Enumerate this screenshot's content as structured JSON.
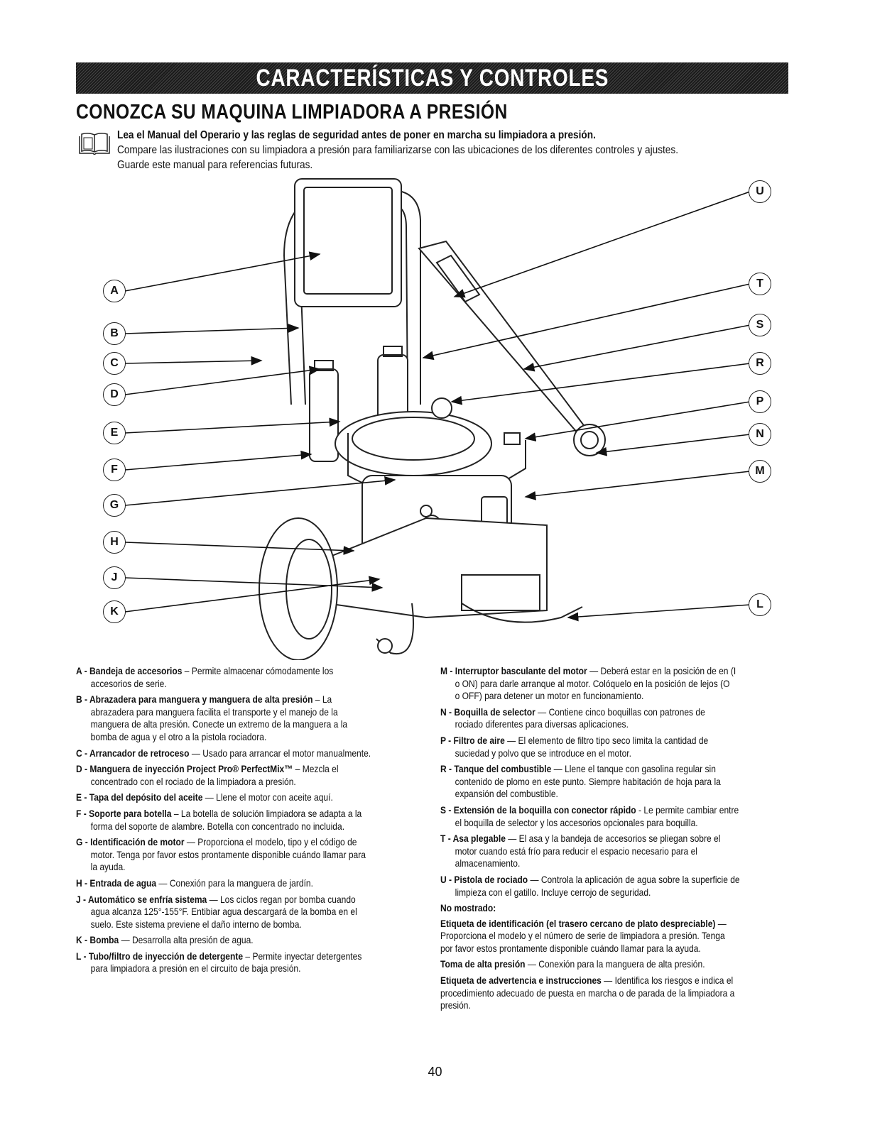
{
  "header": {
    "banner_title": "CARACTERÍSTICAS Y CONTROLES",
    "subtitle": "CONOZCA SU MAQUINA LIMPIADORA A PRESIÓN"
  },
  "intro": {
    "bold_line": "Lea el Manual del Operario y las reglas de seguridad antes de poner en marcha su limpiadora a presión.",
    "line2": "Compare las ilustraciones con su limpiadora a presión para familiarizarse con las ubicaciones de los diferentes controles y ajustes.",
    "line3": "Guarde este manual para referencias futuras."
  },
  "callouts": {
    "left": [
      "A",
      "B",
      "C",
      "D",
      "E",
      "F",
      "G",
      "H",
      "J",
      "K"
    ],
    "right": [
      "U",
      "T",
      "S",
      "R",
      "P",
      "N",
      "M",
      "L"
    ]
  },
  "descriptions": {
    "A": {
      "letter": "A",
      "term": "Bandeja de accesorios",
      "sep": " – ",
      "lines": [
        "Permite almacenar cómodamente los",
        "accesorios de serie."
      ]
    },
    "B": {
      "letter": "B",
      "term": "Abrazadera para manguera y manguera de alta presión",
      "sep": " – ",
      "lines": [
        "La",
        "abrazadera para manguera facilita el transporte y el manejo de la",
        "manguera de alta presión. Conecte un extremo de la manguera a la",
        "bomba de agua y el otro a la pistola rociadora."
      ]
    },
    "C": {
      "letter": "C",
      "term": "Arrancador de retroceso",
      "sep": " — ",
      "lines": [
        "Usado para arrancar el motor manualmente."
      ]
    },
    "D": {
      "letter": "D",
      "term": "Manguera de inyección Project Pro® PerfectMix™",
      "sep": " – ",
      "lines": [
        "Mezcla el",
        "concentrado con el rociado de la limpiadora a presión."
      ]
    },
    "E": {
      "letter": "E",
      "term": "Tapa del depósito del aceite",
      "sep": " — ",
      "lines": [
        "Llene el motor con aceite aquí."
      ]
    },
    "F": {
      "letter": "F",
      "term": "Soporte para botella",
      "sep": " – ",
      "lines": [
        "La botella de solución limpiadora se adapta a la",
        "forma del soporte de alambre. Botella con concentrado no incluida."
      ]
    },
    "G": {
      "letter": "G",
      "term": "Identificación de motor",
      "sep": " — ",
      "lines": [
        "Proporciona el modelo, tipo y el código de",
        "motor. Tenga por favor estos prontamente disponible cuándo llamar para",
        "la ayuda."
      ]
    },
    "H": {
      "letter": "H",
      "term": "Entrada de agua",
      "sep": " — ",
      "lines": [
        "Conexión para la manguera de jardín."
      ]
    },
    "J": {
      "letter": "J",
      "term": "Automático se enfría sistema",
      "sep": " — ",
      "lines": [
        "Los ciclos regan por bomba cuando",
        "agua alcanza 125°-155°F. Entibiar agua descargará de la bomba en el",
        "suelo. Este sistema previene el daño interno de bomba."
      ]
    },
    "K": {
      "letter": "K",
      "term": "Bomba",
      "sep": " — ",
      "lines": [
        "Desarrolla alta presión de agua."
      ]
    },
    "L": {
      "letter": "L",
      "term": "Tubo/filtro de inyección de detergente",
      "sep": " – ",
      "lines": [
        "Permite inyectar detergentes",
        "para limpiadora a presión en el circuito de baja presión."
      ]
    },
    "M": {
      "letter": "M",
      "term": "Interruptor basculante del motor",
      "sep": " — ",
      "lines": [
        "Deberá estar en la posición de en (I",
        "o ON) para darle arranque al motor. Colóquelo en la posición de lejos (O",
        "o OFF) para detener un motor en funcionamiento."
      ]
    },
    "N": {
      "letter": "N",
      "term": "Boquilla de selector",
      "sep": "  — ",
      "lines": [
        "Contiene cinco boquillas con patrones de",
        "rociado diferentes para diversas aplicaciones."
      ]
    },
    "P": {
      "letter": "P",
      "term": "Filtro de aire",
      "sep": " — ",
      "lines": [
        "El elemento de filtro tipo seco limita la cantidad de",
        "suciedad y polvo que se introduce en el motor."
      ]
    },
    "R": {
      "letter": "R",
      "term": "Tanque del combustible",
      "sep": " — ",
      "lines": [
        "Llene el tanque con gasolina regular sin",
        "contenido de plomo en este punto. Siempre habitación de hoja para la",
        "expansión del combustible."
      ]
    },
    "S": {
      "letter": "S",
      "term": "Extensión de la boquilla con conector rápido",
      "sep": " - ",
      "lines": [
        "Le permite cambiar entre",
        "el boquilla de selector y los accesorios opcionales para boquilla."
      ]
    },
    "T": {
      "letter": "T",
      "term": "Asa plegable",
      "sep": " — ",
      "lines": [
        "El asa y la bandeja de accesorios se pliegan sobre el",
        "motor cuando está frío para reducir el espacio necesario para el",
        "almacenamiento."
      ]
    },
    "U": {
      "letter": "U",
      "term": "Pistola de rociado",
      "sep": " — ",
      "lines": [
        "Controla la aplicación de agua sobre la superficie de",
        "limpieza con el gatillo. Incluye cerrojo de seguridad."
      ]
    }
  },
  "not_shown": {
    "heading": "No mostrado:",
    "items": [
      {
        "term": "Etiqueta de identificación (el trasero cercano de plato despreciable)",
        "sep": " —",
        "lines": [
          "Proporciona el modelo y el número de serie de limpiadora a presión. Tenga",
          "por favor estos prontamente disponible cuándo llamar para la ayuda."
        ]
      },
      {
        "term": "Toma de alta presión",
        "sep": " — ",
        "lines": [
          "Conexión para la manguera de alta presión."
        ]
      },
      {
        "term": "Etiqueta de advertencia e instrucciones",
        "sep": " — ",
        "lines": [
          "Identifica los riesgos e indica el",
          "procedimiento adecuado de puesta en marcha o de parada de la limpiadora a",
          "presión."
        ]
      }
    ]
  },
  "page_number": "40"
}
